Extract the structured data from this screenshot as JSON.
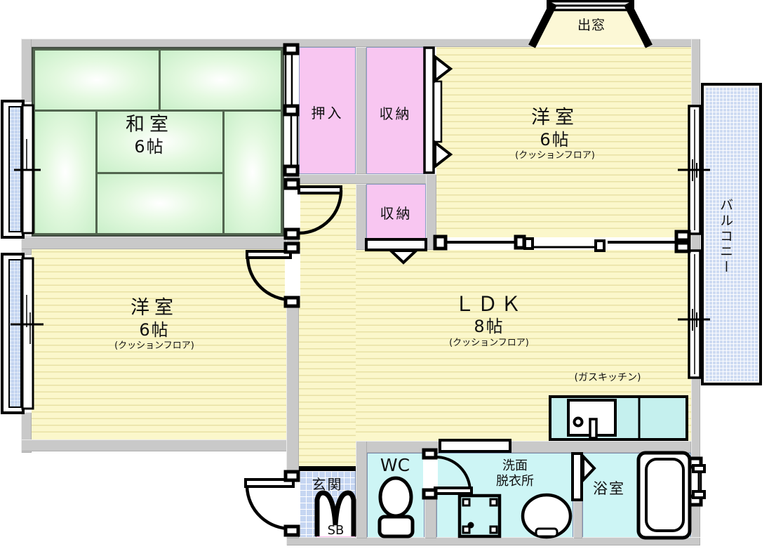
{
  "plan_type": "floor-plan",
  "rooms": {
    "washitsu": {
      "name": "和室",
      "size": "6帖"
    },
    "youshitsu_ne": {
      "name": "洋室",
      "size": "6帖",
      "floor_note": "(クッションフロア)"
    },
    "youshitsu_sw": {
      "name": "洋室",
      "size": "6帖",
      "floor_note": "(クッションフロア)"
    },
    "ldk": {
      "name": "ＬＤＫ",
      "size": "8帖",
      "floor_note": "(クッションフロア)",
      "kitchen_note": "(ガスキッチン)"
    },
    "oshiire": {
      "name": "押入"
    },
    "closet_north": {
      "name": "収納"
    },
    "closet_south": {
      "name": "収納"
    },
    "bay_window": {
      "name": "出窓"
    },
    "balcony": {
      "name": "バルコニー"
    },
    "genkan": {
      "name": "玄関",
      "shoebox": "SB"
    },
    "wc": {
      "name": "WC"
    },
    "washroom": {
      "name_line1": "洗面",
      "name_line2": "脱衣所"
    },
    "bath": {
      "name": "浴室"
    }
  },
  "colors": {
    "wall": "#c9c9c9",
    "tatami": "#c9efc9",
    "flooring": "#fbf7cb",
    "flooring_stripe": "#e8e1a4",
    "closet": "#f8c6f1",
    "shoebox": "#fbb9ea",
    "wet_area": "#cdf5f5",
    "entry_tile": "#c6d6f2",
    "balcony": "#cedbf2",
    "line": "#000000"
  }
}
